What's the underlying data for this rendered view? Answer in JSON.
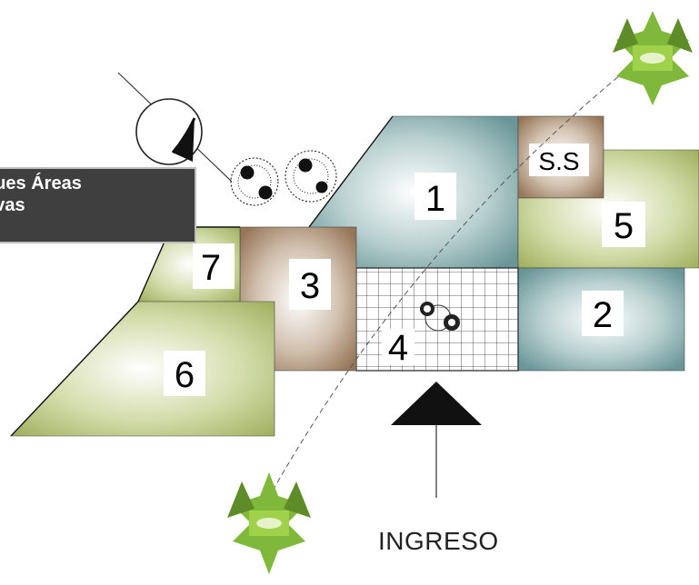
{
  "legend_box": {
    "line1": "ques Áreas",
    "line2": "tivas"
  },
  "zones": [
    {
      "id": "1",
      "label": "1"
    },
    {
      "id": "2",
      "label": "2"
    },
    {
      "id": "3",
      "label": "3"
    },
    {
      "id": "4",
      "label": "4"
    },
    {
      "id": "5",
      "label": "5"
    },
    {
      "id": "6",
      "label": "6"
    },
    {
      "id": "7",
      "label": "7"
    },
    {
      "id": "ss",
      "label": "S.S"
    }
  ],
  "entrance": {
    "label": "INGRESO"
  },
  "icons": [
    "north-arrow-icon",
    "entrance-arrow-icon",
    "tree-icon",
    "shrub-icon"
  ],
  "colors": {
    "blue_zone": "#6f9a9c",
    "green_zone": "#a7b86a",
    "brown_zone": "#9a7c60",
    "tree_green": "#7fb83a"
  }
}
